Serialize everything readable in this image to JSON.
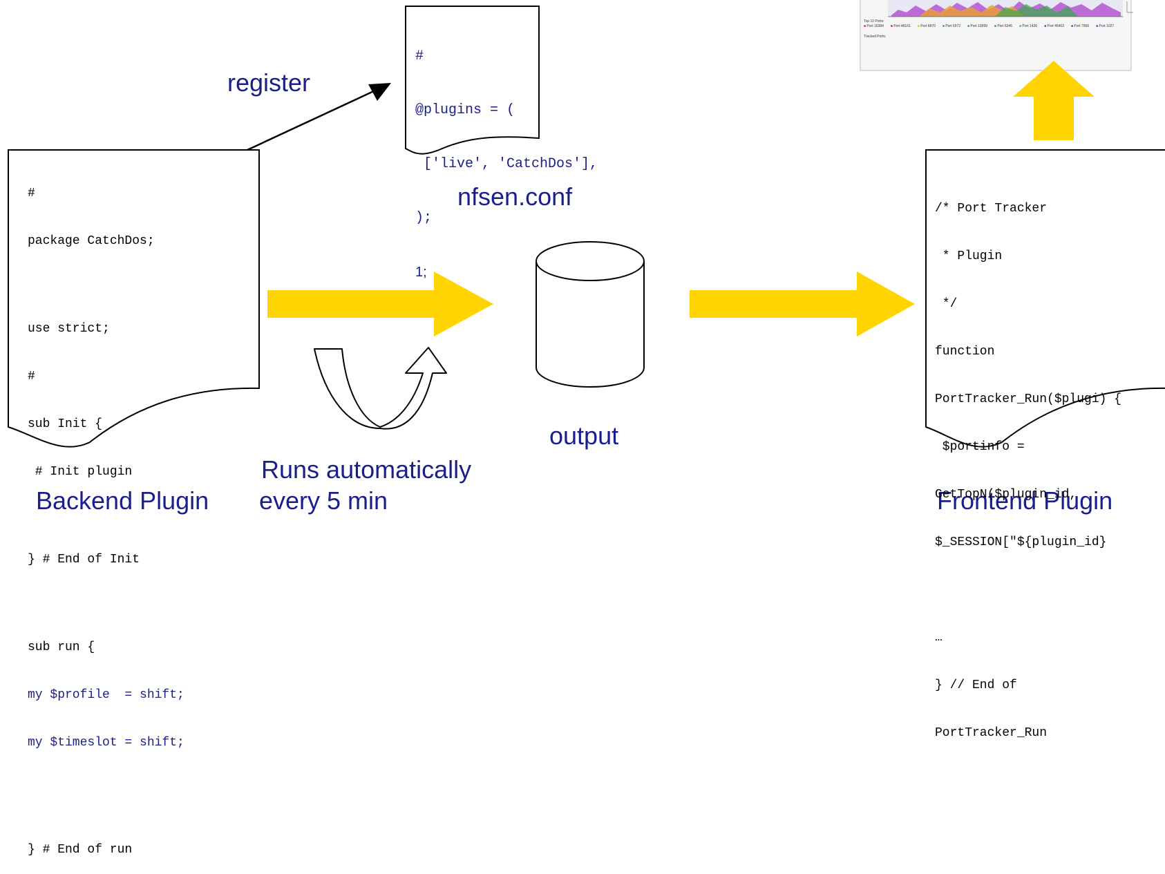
{
  "labels": {
    "register": "register",
    "nfsen_conf": "nfsen.conf",
    "output": "output",
    "runs_line1": "Runs automatically",
    "runs_line2": "every 5 min",
    "backend": "Backend Plugin",
    "frontend": "Frontend Plugin"
  },
  "conf_file": {
    "lines": [
      "#",
      "@plugins = (",
      " ['live', 'CatchDos'],",
      ");",
      "1;"
    ]
  },
  "backend_code": {
    "lines": [
      "#",
      "package CatchDos;",
      "",
      "use strict;",
      "#",
      "sub Init {",
      " # Init plugin",
      "",
      "} # End of Init",
      "",
      "sub run {",
      "my $profile  = shift;",
      "my $timeslot = shift;",
      "",
      "",
      "} # End of run"
    ]
  },
  "frontend_code": {
    "lines": [
      "/* Port Tracker",
      " * Plugin",
      " */",
      "function",
      "PortTracker_Run($plugi) {",
      " $portinfo =",
      "GetTopN($plugin_id,",
      "$_SESSION[\"${plugin_id}",
      "",
      "…",
      "} // End of",
      "PortTracker_Run"
    ]
  },
  "screenshot": {
    "top_ports_label": "Top 10 Ports:",
    "ports": [
      "Port 16384",
      "Port 48161",
      "Port 6870",
      "Port 6972",
      "Port 10999",
      "Port 6346",
      "Port 1436",
      "Port 46463",
      "Port 7956",
      "Port 1027"
    ],
    "tracked_label": "Tracked Ports:"
  },
  "colors": {
    "text_blue": "#1a1f8c",
    "arrow_yellow": "#ffd400",
    "outline": "#000000"
  }
}
